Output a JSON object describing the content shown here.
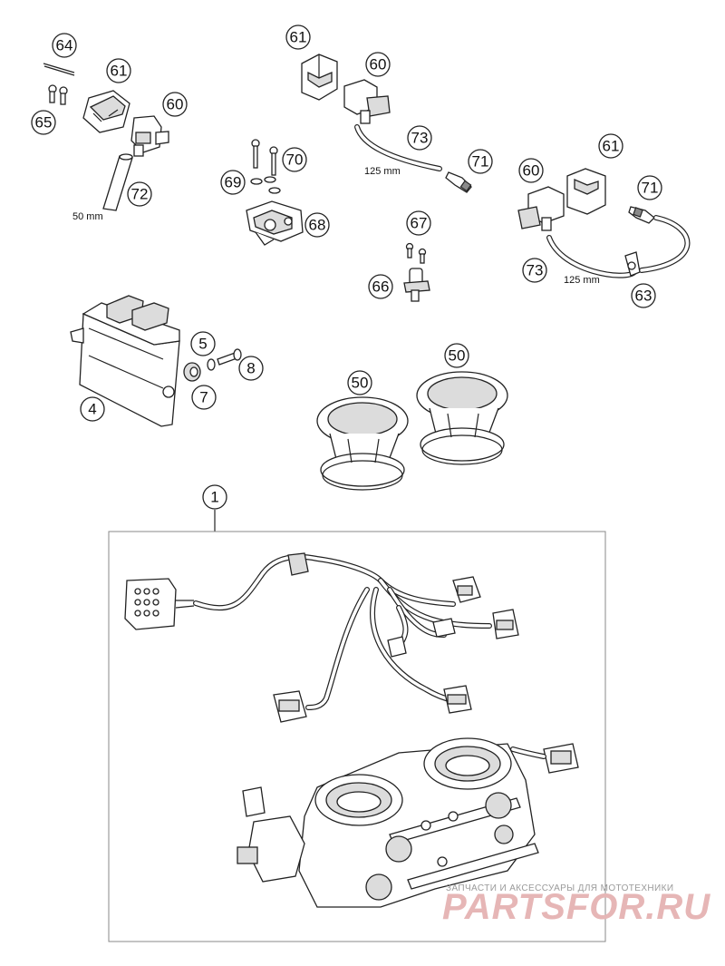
{
  "callouts": {
    "c64": "64",
    "c61a": "61",
    "c60a": "60",
    "c65": "65",
    "c72": "72",
    "c61b": "61",
    "c60b": "60",
    "c73a": "73",
    "c71a": "71",
    "c70": "70",
    "c69": "69",
    "c68": "68",
    "c67": "67",
    "c66": "66",
    "c60c": "60",
    "c61c": "61",
    "c71b": "71",
    "c73b": "73",
    "c63": "63",
    "c5": "5",
    "c8": "8",
    "c7": "7",
    "c4": "4",
    "c50a": "50",
    "c50b": "50",
    "c1": "1"
  },
  "dimensions": {
    "hose_short": "50 mm",
    "hose_a": "125 mm",
    "hose_b": "125 mm"
  },
  "watermark": {
    "tagline": "ЗАПЧАСТИ И АКСЕССУАРЫ ДЛЯ МОТОТЕХНИКИ",
    "brand": "PARTSFOR.RU"
  }
}
